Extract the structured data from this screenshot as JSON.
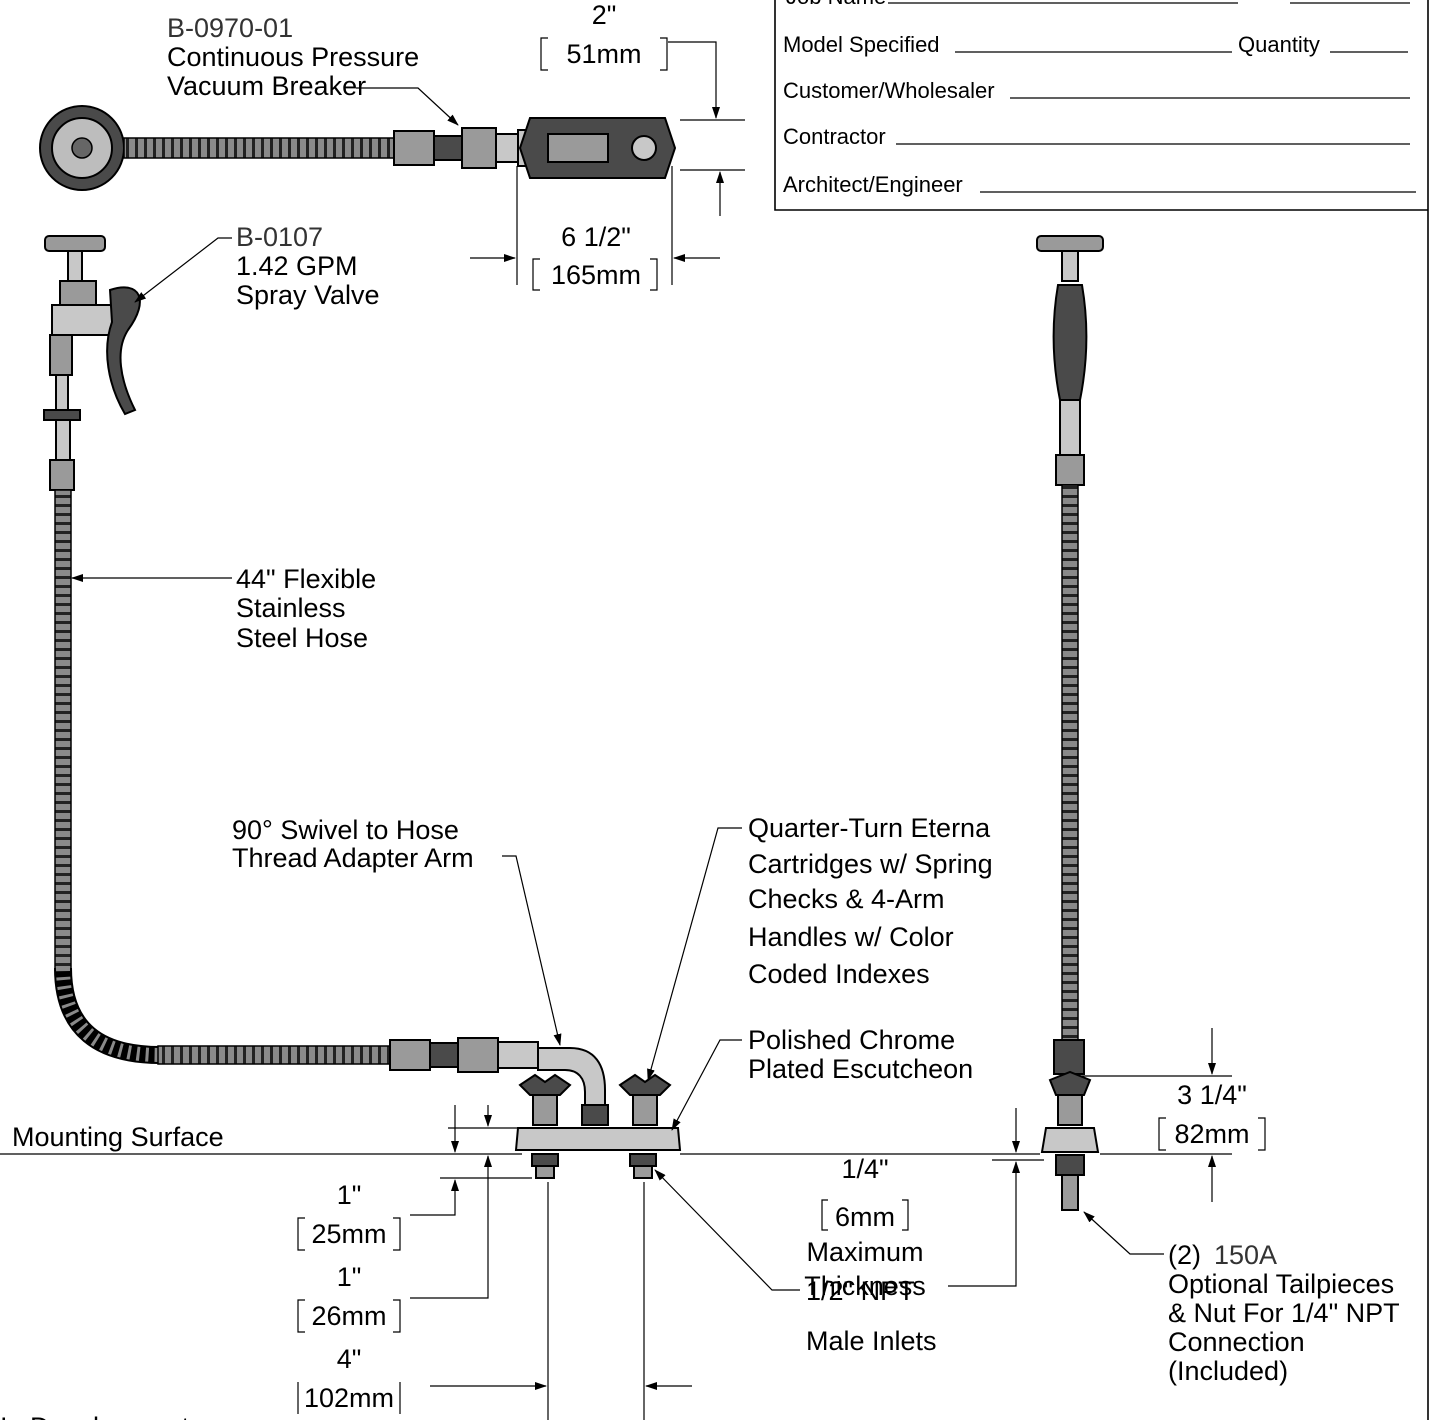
{
  "form": {
    "job_name_top": "Job Name",
    "model_specified": "Model Specified",
    "quantity": "Quantity",
    "customer": "Customer/Wholesaler",
    "contractor": "Contractor",
    "architect": "Architect/Engineer"
  },
  "callouts": {
    "vacuum_breaker_part": "B-0970-01",
    "vacuum_breaker_line1": "Continuous Pressure",
    "vacuum_breaker_line2": "Vacuum Breaker",
    "spray_valve_part": "B-0107",
    "spray_valve_line1": "1.42 GPM",
    "spray_valve_line2": "Spray Valve",
    "hose_line1": "44\" Flexible",
    "hose_line2": "Stainless",
    "hose_line3": "Steel Hose",
    "swivel_line1": "90° Swivel to Hose",
    "swivel_line2": "Thread Adapter Arm",
    "cartridge_line1": "Quarter-Turn Eterna",
    "cartridge_line2": "Cartridges w/ Spring",
    "cartridge_line3": "Checks & 4-Arm",
    "cartridge_line4": "Handles w/ Color",
    "cartridge_line5": "Coded Indexes",
    "escutcheon_line1": "Polished Chrome",
    "escutcheon_line2": "Plated Escutcheon",
    "mounting_surface": "Mounting Surface",
    "inlets_line1": "1/2\" NPT",
    "inlets_line2": "Male Inlets",
    "thickness_line1": "Maximum",
    "thickness_line2": "Thickness",
    "tailpiece_qty": "(2)",
    "tailpiece_part": "150A",
    "tailpiece_line1": "Optional Tailpieces",
    "tailpiece_line2": "& Nut For 1/4\" NPT",
    "tailpiece_line3": "Connection",
    "tailpiece_line4": "(Included)",
    "footer_partial": "In Development"
  },
  "dimensions": {
    "vb_height_in": "2\"",
    "vb_height_mm": "51mm",
    "vb_width_in": "6 1/2\"",
    "vb_width_mm": "165mm",
    "shank1_in": "1\"",
    "shank1_mm": "25mm",
    "shank2_in": "1\"",
    "shank2_mm": "26mm",
    "centers_in": "4\"",
    "centers_mm": "102mm",
    "thickness_in": "1/4\"",
    "thickness_mm": "6mm",
    "side_height_in": "3 1/4\"",
    "side_height_mm": "82mm"
  },
  "colors": {
    "ink": "#000000",
    "metal": "#9a9a9a",
    "metal_dark": "#4a4a4a"
  }
}
